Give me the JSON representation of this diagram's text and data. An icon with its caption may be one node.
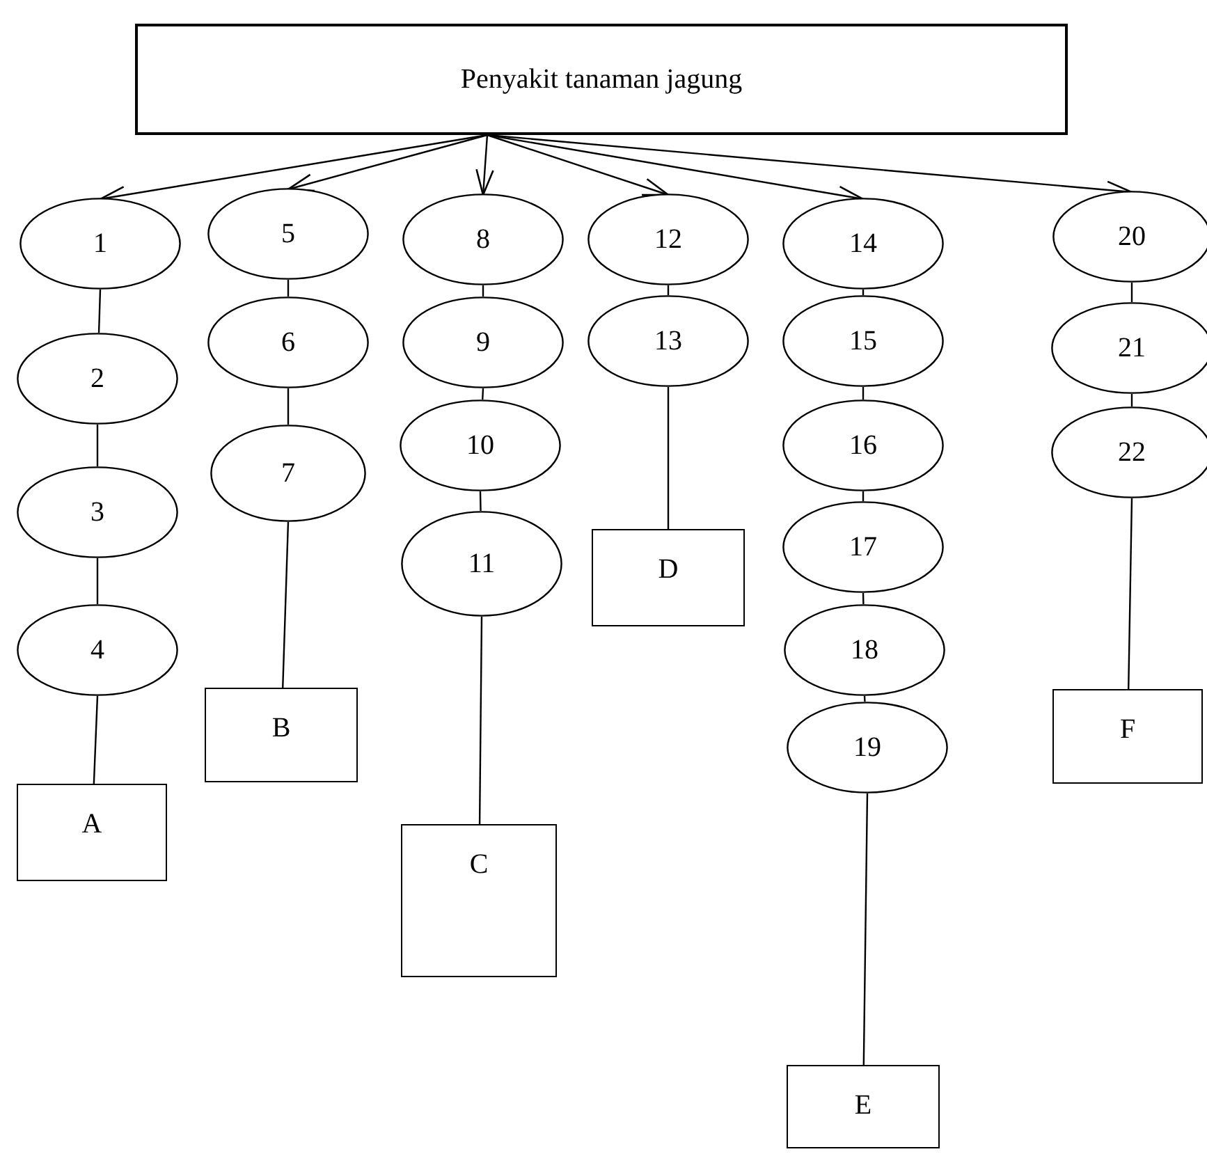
{
  "diagram": {
    "nodes": [
      {
        "text": [
          "Penyakit tanaman jagung"
        ]
      },
      {
        "text": [
          "1"
        ]
      },
      {
        "text": [
          "2"
        ]
      },
      {
        "text": [
          "3"
        ]
      },
      {
        "text": [
          "4"
        ]
      },
      {
        "text": [
          "A"
        ]
      },
      {
        "text": [
          "5"
        ]
      },
      {
        "text": [
          "6"
        ]
      },
      {
        "text": [
          "7"
        ]
      },
      {
        "text": [
          "B"
        ]
      },
      {
        "text": [
          "8"
        ]
      },
      {
        "text": [
          "9"
        ]
      },
      {
        "text": [
          "10"
        ]
      },
      {
        "text": [
          "11"
        ]
      },
      {
        "text": [
          "C"
        ]
      },
      {
        "text": [
          "12"
        ]
      },
      {
        "text": [
          "13"
        ]
      },
      {
        "text": [
          "D"
        ]
      },
      {
        "text": [
          "14"
        ]
      },
      {
        "text": [
          "15"
        ]
      },
      {
        "text": [
          "16"
        ]
      },
      {
        "text": [
          "17"
        ]
      },
      {
        "text": [
          "18"
        ]
      },
      {
        "text": [
          "19"
        ]
      },
      {
        "text": [
          "E"
        ]
      },
      {
        "text": [
          "20"
        ]
      },
      {
        "text": [
          "21"
        ]
      },
      {
        "text": [
          "22"
        ]
      },
      {
        "text": [
          "F"
        ]
      }
    ],
    "edges": [
      {
        "from": 0,
        "to": 1,
        "arrow": "to"
      },
      {
        "from": 0,
        "to": 6,
        "arrow": "to"
      },
      {
        "from": 0,
        "to": 10,
        "arrow": "to"
      },
      {
        "from": 0,
        "to": 15,
        "arrow": "to"
      },
      {
        "from": 0,
        "to": 18,
        "arrow": "to"
      },
      {
        "from": 0,
        "to": 25,
        "arrow": "to"
      },
      {
        "from": 1,
        "to": 2,
        "arrow": "none"
      },
      {
        "from": 2,
        "to": 3,
        "arrow": "none"
      },
      {
        "from": 3,
        "to": 4,
        "arrow": "none"
      },
      {
        "from": 4,
        "to": 5,
        "arrow": "none"
      },
      {
        "from": 6,
        "to": 7,
        "arrow": "none"
      },
      {
        "from": 7,
        "to": 8,
        "arrow": "none"
      },
      {
        "from": 8,
        "to": 9,
        "arrow": "none"
      },
      {
        "from": 10,
        "to": 11,
        "arrow": "none"
      },
      {
        "from": 11,
        "to": 12,
        "arrow": "none"
      },
      {
        "from": 12,
        "to": 13,
        "arrow": "none"
      },
      {
        "from": 13,
        "to": 14,
        "arrow": "none"
      },
      {
        "from": 15,
        "to": 16,
        "arrow": "none"
      },
      {
        "from": 16,
        "to": 17,
        "arrow": "none"
      },
      {
        "from": 18,
        "to": 19,
        "arrow": "none"
      },
      {
        "from": 19,
        "to": 20,
        "arrow": "none"
      },
      {
        "from": 20,
        "to": 21,
        "arrow": "none"
      },
      {
        "from": 21,
        "to": 22,
        "arrow": "none"
      },
      {
        "from": 22,
        "to": 23,
        "arrow": "none"
      },
      {
        "from": 23,
        "to": 24,
        "arrow": "none"
      },
      {
        "from": 25,
        "to": 26,
        "arrow": "none"
      },
      {
        "from": 26,
        "to": 27,
        "arrow": "none"
      },
      {
        "from": 27,
        "to": 28,
        "arrow": "none"
      }
    ]
  }
}
